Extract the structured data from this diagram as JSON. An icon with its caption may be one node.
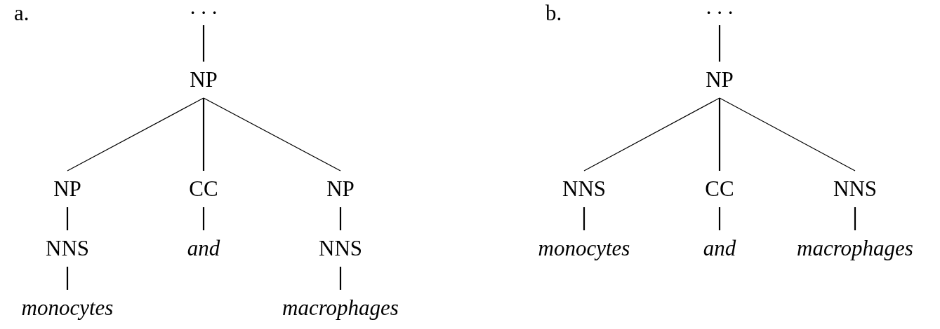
{
  "diagram": {
    "nodes": [
      {
        "text": [
          ". . ."
        ]
      },
      {
        "text": [
          "NP"
        ]
      },
      {
        "text": [
          "NP"
        ]
      },
      {
        "text": [
          "CC"
        ]
      },
      {
        "text": [
          "NP"
        ]
      },
      {
        "text": [
          "NNS"
        ]
      },
      {
        "text": [
          "and"
        ]
      },
      {
        "text": [
          "NNS"
        ]
      },
      {
        "text": [
          "monocytes"
        ]
      },
      {
        "text": [
          "macrophages"
        ]
      },
      {
        "text": [
          ". . ."
        ]
      },
      {
        "text": [
          "NP"
        ]
      },
      {
        "text": [
          "NNS"
        ]
      },
      {
        "text": [
          "CC"
        ]
      },
      {
        "text": [
          "NNS"
        ]
      },
      {
        "text": [
          "monocytes"
        ]
      },
      {
        "text": [
          "and"
        ]
      },
      {
        "text": [
          "macrophages"
        ]
      }
    ],
    "edges": [
      {
        "from": 0,
        "to": 1,
        "arrow": "none"
      },
      {
        "from": 1,
        "to": 2,
        "arrow": "none"
      },
      {
        "from": 1,
        "to": 3,
        "arrow": "none"
      },
      {
        "from": 1,
        "to": 4,
        "arrow": "none"
      },
      {
        "from": 2,
        "to": 5,
        "arrow": "none"
      },
      {
        "from": 3,
        "to": 6,
        "arrow": "none"
      },
      {
        "from": 4,
        "to": 7,
        "arrow": "none"
      },
      {
        "from": 5,
        "to": 8,
        "arrow": "none"
      },
      {
        "from": 7,
        "to": 9,
        "arrow": "none"
      },
      {
        "from": 10,
        "to": 11,
        "arrow": "none"
      },
      {
        "from": 11,
        "to": 12,
        "arrow": "none"
      },
      {
        "from": 11,
        "to": 13,
        "arrow": "none"
      },
      {
        "from": 11,
        "to": 14,
        "arrow": "none"
      },
      {
        "from": 12,
        "to": 15,
        "arrow": "none"
      },
      {
        "from": 13,
        "to": 16,
        "arrow": "none"
      },
      {
        "from": 14,
        "to": 17,
        "arrow": "none"
      }
    ],
    "labels": [
      "a.",
      "b."
    ]
  }
}
